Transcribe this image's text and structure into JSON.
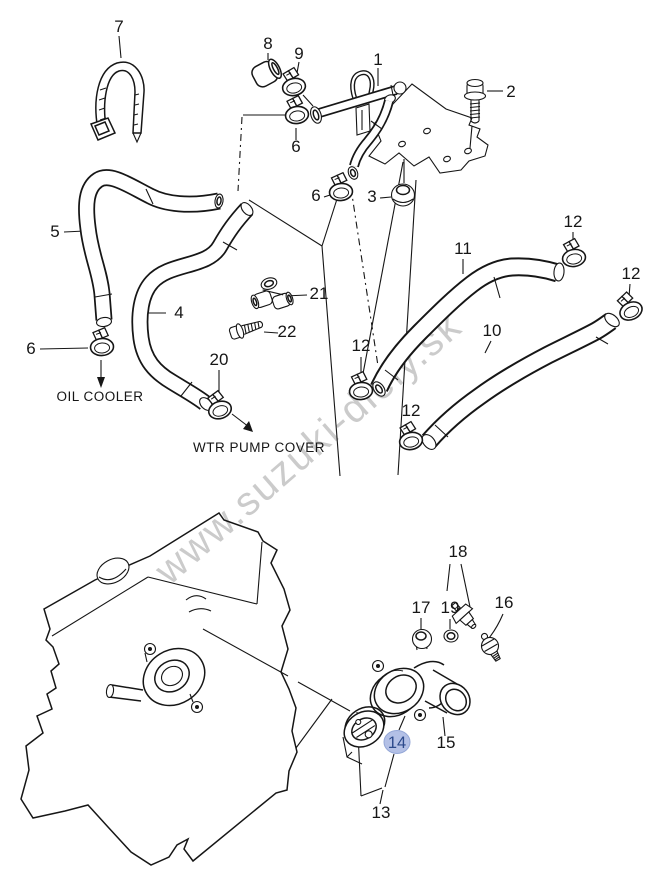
{
  "watermark": "www.suzuki-diely.sk",
  "annotations": {
    "oil_cooler": "OIL COOLER",
    "wtr_pump_cover": "WTR PUMP COVER"
  },
  "labels": {
    "p1": "1",
    "p2": "2",
    "p3": "3",
    "p4": "4",
    "p5": "5",
    "p6_upper": "6",
    "p6_mid": "6",
    "p6_oil_cooler": "6",
    "p7": "7",
    "p8": "8",
    "p9": "9",
    "p10": "10",
    "p11": "11",
    "p12_top": "12",
    "p12_right": "12",
    "p12_mid": "12",
    "p12_lower": "12",
    "p13": "13",
    "p14": "14",
    "p15": "15",
    "p16": "16",
    "p17": "17",
    "p18": "18",
    "p19": "19",
    "p20": "20",
    "p21": "21",
    "p22": "22"
  },
  "highlight": {
    "part": "14",
    "fill": "#b3c0e6",
    "text_color": "#2c4a8c"
  }
}
